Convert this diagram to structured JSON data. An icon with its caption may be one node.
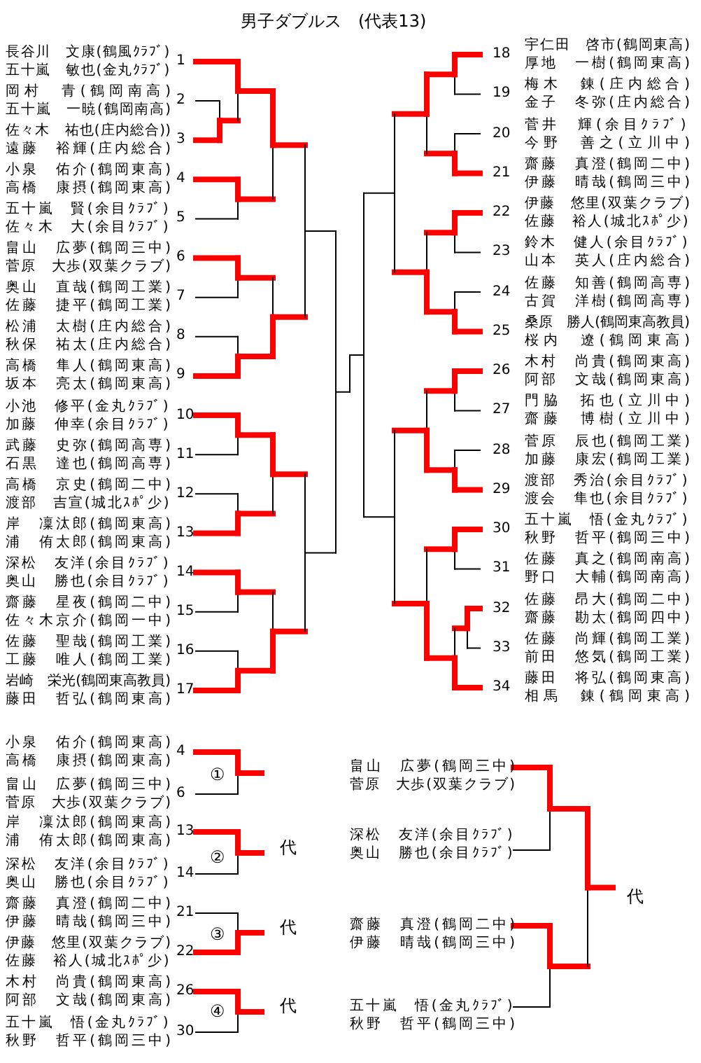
{
  "diagram": {
    "title": "男子ダブルス　(代表13)",
    "nodes": [
      {
        "text": [
          "長谷川　文康(鶴風ｸﾗﾌﾞ)",
          "五十嵐　敏也(金丸ｸﾗﾌﾞ)"
        ],
        "beside": [
          "1"
        ]
      },
      {
        "text": [
          "岡村　青(鶴岡南高)",
          "五十嵐　一暁(鶴岡南高)"
        ],
        "beside": [
          "2"
        ]
      },
      {
        "text": [
          "佐々木　祐也(庄内総合))",
          "遠藤　裕輝(庄内総合)"
        ],
        "beside": [
          "3"
        ]
      },
      {
        "text": [
          "小泉　佑介(鶴岡東高)",
          "高橋　康摂(鶴岡東高)"
        ],
        "beside": [
          "4"
        ]
      },
      {
        "text": [
          "五十嵐　賢(余目ｸﾗﾌﾞ)",
          "佐々木　大(余目ｸﾗﾌﾞ)"
        ],
        "beside": [
          "5"
        ]
      },
      {
        "text": [
          "畠山　広夢(鶴岡三中)",
          "菅原　大歩(双葉クラブ)"
        ],
        "beside": [
          "6"
        ]
      },
      {
        "text": [
          "奥山　直哉(鶴岡工業)",
          "佐藤　捷平(鶴岡工業)"
        ],
        "beside": [
          "7"
        ]
      },
      {
        "text": [
          "松浦　太樹(庄内総合)",
          "秋保　祐太(庄内総合)"
        ],
        "beside": [
          "8"
        ]
      },
      {
        "text": [
          "高橋　隼人(鶴岡東高)",
          "坂本　亮太(鶴岡東高)"
        ],
        "beside": [
          "9"
        ]
      },
      {
        "text": [
          "小池　修平(金丸ｸﾗﾌﾞ)",
          "加藤　伸幸(余目ｸﾗﾌﾞ)"
        ],
        "beside": [
          "10"
        ]
      },
      {
        "text": [
          "武藤　史弥(鶴岡高専)",
          "石黒　達也(鶴岡高専)"
        ],
        "beside": [
          "11"
        ]
      },
      {
        "text": [
          "高橋　京史(鶴岡二中)",
          "渡部　吉宣(城北ｽﾎﾟ少)"
        ],
        "beside": [
          "12"
        ]
      },
      {
        "text": [
          "岸　凜汰郎(鶴岡東高)",
          "浦　侑太郎(鶴岡東高)"
        ],
        "beside": [
          "13"
        ]
      },
      {
        "text": [
          "深松　友洋(余目ｸﾗﾌﾞ)",
          "奥山　勝也(余目ｸﾗﾌﾞ)"
        ],
        "beside": [
          "14"
        ]
      },
      {
        "text": [
          "齋藤　星夜(鶴岡二中)",
          "佐々木京介(鶴岡一中)"
        ],
        "beside": [
          "15"
        ]
      },
      {
        "text": [
          "佐藤　聖哉(鶴岡工業)",
          "工藤　唯人(鶴岡工業)"
        ],
        "beside": [
          "16"
        ]
      },
      {
        "text": [
          "岩崎　栄光(鶴岡東高教員)",
          "藤田　哲弘(鶴岡東高)"
        ],
        "beside": [
          "17"
        ]
      },
      {
        "text": [
          "宇仁田　啓市(鶴岡東高)",
          "厚地　一樹(鶴岡東高)"
        ],
        "beside": [
          "18"
        ]
      },
      {
        "text": [
          "梅木　錬(庄内総合)",
          "金子　冬弥(庄内総合)"
        ],
        "beside": [
          "19"
        ]
      },
      {
        "text": [
          "菅井　輝(余目ｸﾗﾌﾞ)",
          "今野　善之(立川中)"
        ],
        "beside": [
          "20"
        ]
      },
      {
        "text": [
          "齋藤　真澄(鶴岡二中)",
          "伊藤　晴哉(鶴岡三中)"
        ],
        "beside": [
          "21"
        ]
      },
      {
        "text": [
          "伊藤　悠里(双葉クラブ)",
          "佐藤　裕人(城北ｽﾎﾟ少)"
        ],
        "beside": [
          "22"
        ]
      },
      {
        "text": [
          "鈴木　健人(余目ｸﾗﾌﾞ)",
          "山本　英人(庄内総合)"
        ],
        "beside": [
          "23"
        ]
      },
      {
        "text": [
          "佐藤　知善(鶴岡高専)",
          "古賀　洋樹(鶴岡高専)"
        ],
        "beside": [
          "24"
        ]
      },
      {
        "text": [
          "桑原　勝人(鶴岡東高教員)",
          "桜内　遼(鶴岡東高)"
        ],
        "beside": [
          "25"
        ]
      },
      {
        "text": [
          "木村　尚貴(鶴岡東高)",
          "阿部　文哉(鶴岡東高)"
        ],
        "beside": [
          "26"
        ]
      },
      {
        "text": [
          "門脇　拓也(立川中)",
          "齋藤　博樹(立川中)"
        ],
        "beside": [
          "27"
        ]
      },
      {
        "text": [
          "菅原　辰也(鶴岡工業)",
          "加藤　康宏(鶴岡工業)"
        ],
        "beside": [
          "28"
        ]
      },
      {
        "text": [
          "渡部　秀治(余目ｸﾗﾌﾞ)",
          "渡会　隼也(余目ｸﾗﾌﾞ)"
        ],
        "beside": [
          "29"
        ]
      },
      {
        "text": [
          "五十嵐　悟(金丸ｸﾗﾌﾞ)",
          "秋野　哲平(鶴岡三中)"
        ],
        "beside": [
          "30"
        ]
      },
      {
        "text": [
          "佐藤　真之(鶴岡南高)",
          "野口　大輔(鶴岡南高)"
        ],
        "beside": [
          "31"
        ]
      },
      {
        "text": [
          "佐藤　昂大(鶴岡二中)",
          "齋藤　勘太(鶴岡四中)"
        ],
        "beside": [
          "32"
        ]
      },
      {
        "text": [
          "佐藤　尚輝(鶴岡工業)",
          "前田　悠気(鶴岡工業)"
        ],
        "beside": [
          "33"
        ]
      },
      {
        "text": [
          "藤田　将弘(鶴岡東高)",
          "相馬　錬(鶴岡東高)"
        ],
        "beside": [
          "34"
        ]
      },
      {
        "text": [
          "小泉　佑介(鶴岡東高)",
          "高橋　康摂(鶴岡東高)"
        ],
        "beside": [
          "4"
        ]
      },
      {
        "text": [
          "畠山　広夢(鶴岡三中)",
          "菅原　大歩(双葉クラブ)"
        ],
        "beside": [
          "6"
        ]
      },
      {
        "text": [
          "岸　凜汰郎(鶴岡東高)",
          "浦　侑太郎(鶴岡東高)"
        ],
        "beside": [
          "13"
        ]
      },
      {
        "text": [
          "深松　友洋(余目ｸﾗﾌﾞ)",
          "奥山　勝也(余目ｸﾗﾌﾞ)"
        ],
        "beside": [
          "14"
        ]
      },
      {
        "text": [
          "齋藤　真澄(鶴岡二中)",
          "伊藤　晴哉(鶴岡三中)"
        ],
        "beside": [
          "21"
        ]
      },
      {
        "text": [
          "伊藤　悠里(双葉クラブ)",
          "佐藤　裕人(城北ｽﾎﾟ少)"
        ],
        "beside": [
          "22"
        ]
      },
      {
        "text": [
          "木村　尚貴(鶴岡東高)",
          "阿部　文哉(鶴岡東高)"
        ],
        "beside": [
          "26"
        ]
      },
      {
        "text": [
          "五十嵐　悟(金丸ｸﾗﾌﾞ)",
          "秋野　哲平(鶴岡三中)"
        ],
        "beside": [
          "30"
        ]
      },
      {
        "text": [
          "畠山　広夢(鶴岡三中)",
          "菅原　大歩(双葉クラブ)"
        ]
      },
      {
        "text": [
          "深松　友洋(余目ｸﾗﾌﾞ)",
          "奥山　勝也(余目ｸﾗﾌﾞ)"
        ]
      },
      {
        "text": [
          "齋藤　真澄(鶴岡二中)",
          "伊藤　晴哉(鶴岡三中)"
        ]
      },
      {
        "text": [
          "五十嵐　悟(金丸ｸﾗﾌﾞ)",
          "秋野　哲平(鶴岡三中)"
        ]
      }
    ],
    "labels": [
      "①",
      "②",
      "代",
      "③",
      "代",
      "④",
      "代",
      "代"
    ]
  }
}
